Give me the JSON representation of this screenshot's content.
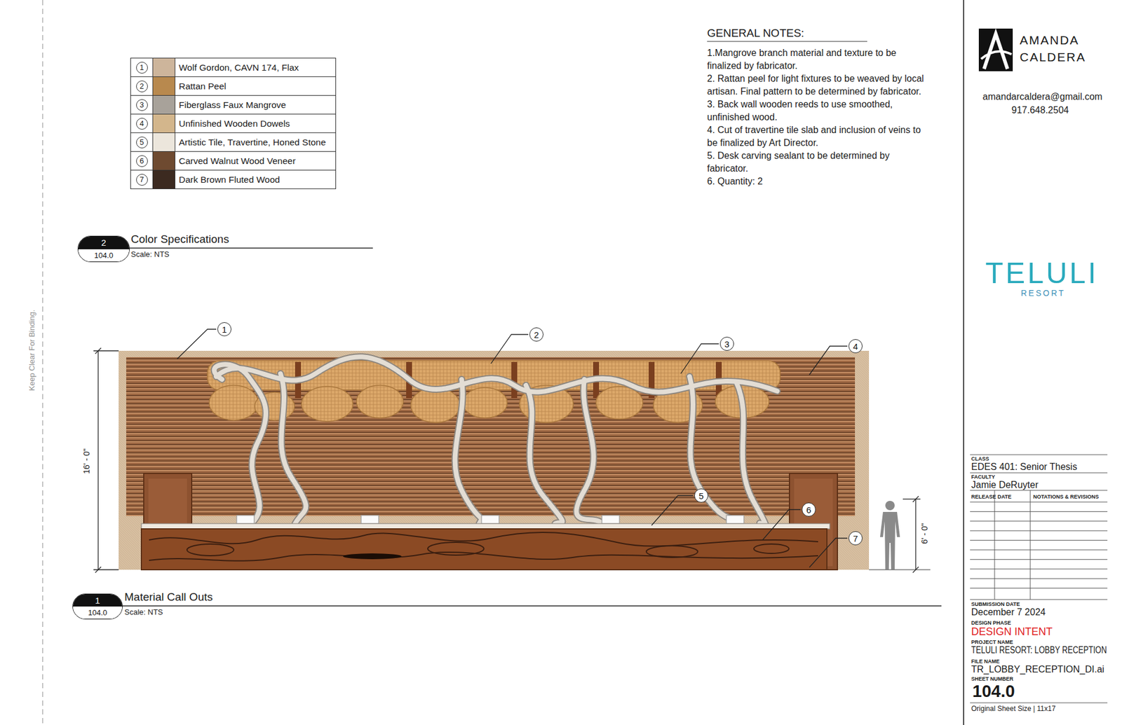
{
  "diagram": {
    "nodes": [
      {
        "text": [
          "2",
          "104.0"
        ]
      },
      {
        "text": [
          "1"
        ]
      },
      {
        "text": [
          "2"
        ]
      },
      {
        "text": [
          "3"
        ]
      },
      {
        "text": [
          "4"
        ]
      },
      {
        "text": [
          "5"
        ]
      },
      {
        "text": [
          "6"
        ]
      },
      {
        "text": [
          "7"
        ]
      },
      {
        "text": [
          "1",
          "104.0"
        ]
      }
    ],
    "labels": [
      "1",
      "2",
      "3",
      "4",
      "5",
      "6",
      "7",
      "GENERAL NOTES:",
      "1.Mangrove branch material and texture to be finalized by fabricator.",
      "2. Rattan peel for light fixtures to be weaved by local artisan. Final pattern to be determined by fabricator.",
      "3. Back wall wooden reeds to use smoothed, unfinished wood.",
      "4. Cut of travertine tile slab and inclusion of veins to be finalized by Art Director.",
      "5. Desk carving sealant to be determined by fabricator.",
      "6. Quantity: 2",
      "Color Specifications",
      "Scale: NTS",
      "Material Call Outs",
      "Scale: NTS",
      "16' - 0\"",
      "6' - 0\"",
      "Keep Clear For Binding.",
      "AMANDA",
      "CALDERA",
      "amandarcaldera@gmail.com",
      "917.648.2504",
      "TELULI",
      "RESORT",
      "CLASS",
      "EDES 401: Senior Thesis",
      "FACULTY",
      "Jamie DeRuyter",
      "RELEASE",
      "DATE",
      "NOTATIONS & REVISIONS",
      "SUBMISSION DATE",
      "December 7 2024",
      "DESIGN PHASE",
      "DESIGN INTENT",
      "PROJECT NAME",
      "TELULI RESORT: LOBBY RECEPTION",
      "FILE NAME",
      "TR_LOBBY_RECEPTION_DI.ai",
      "SHEET NUMBER",
      "104.0",
      "Original Sheet Size | 11x17"
    ],
    "legend": [
      {
        "text": "Wolf Gordon, CAVN 174, Flax",
        "color": "#cdb59b"
      },
      {
        "text": "Rattan Peel",
        "color": "#b8894e"
      },
      {
        "text": "Fiberglass Faux Mangrove",
        "color": "#a8a29a"
      },
      {
        "text": "Unfinished Wooden Dowels",
        "color": "#d3b68c"
      },
      {
        "text": "Artistic Tile, Travertine, Honed Stone",
        "color": "#ece6dc"
      },
      {
        "text": "Carved Walnut Wood Veneer",
        "color": "#6e4a30"
      },
      {
        "text": "Dark Brown Fluted Wood",
        "color": "#3c2a20"
      }
    ]
  }
}
